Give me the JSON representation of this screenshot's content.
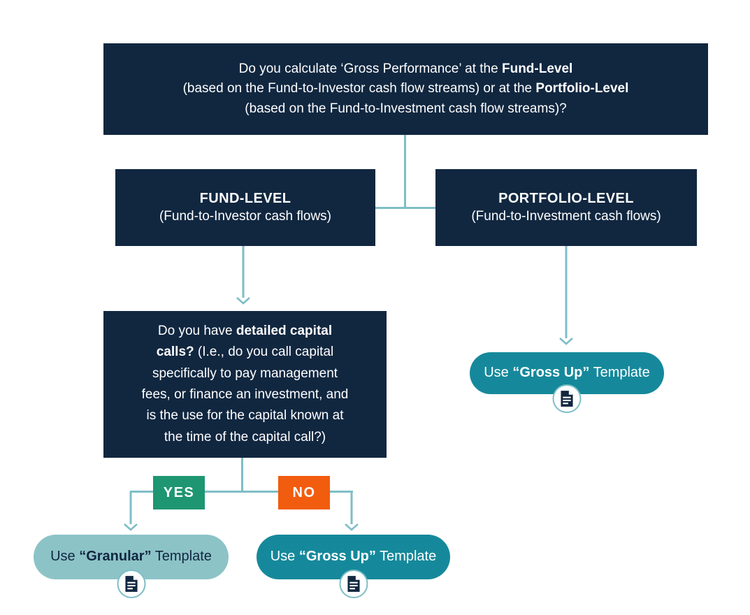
{
  "colors": {
    "navy": "#112740",
    "connector": "#7EBEC6",
    "yes_green": "#1E9671",
    "no_orange": "#F25C0E",
    "teal": "#15899B",
    "light_teal": "#8CC3C7",
    "white": "#FFFFFF"
  },
  "flowchart": {
    "root_question": {
      "lines": [
        [
          {
            "t": "Do you calculate ‘Gross Performance’ at the "
          },
          {
            "t": "Fund-Level",
            "b": true
          }
        ],
        [
          {
            "t": "(based on the Fund-to-Investor cash flow streams) or at the "
          },
          {
            "t": "Portfolio-Level",
            "b": true
          }
        ],
        [
          {
            "t": "(based on the Fund-to-Investment cash flow streams)?"
          }
        ]
      ]
    },
    "fund_level": {
      "title": "FUND-LEVEL",
      "subtitle": "(Fund-to-Investor cash flows)"
    },
    "portfolio_level": {
      "title": "PORTFOLIO-LEVEL",
      "subtitle": "(Fund-to-Investment cash flows)"
    },
    "capital_calls_question": {
      "lines": [
        [
          {
            "t": "Do you have "
          },
          {
            "t": "detailed capital",
            "b": true
          }
        ],
        [
          {
            "t": "calls?",
            "b": true
          },
          {
            "t": " (I.e., do you call capital"
          }
        ],
        [
          {
            "t": "specifically to pay management"
          }
        ],
        [
          {
            "t": "fees, or finance an investment, and"
          }
        ],
        [
          {
            "t": "is the use for the capital known at"
          }
        ],
        [
          {
            "t": "the time of the capital call?)"
          }
        ]
      ]
    },
    "branch_yes": {
      "label": "YES"
    },
    "branch_no": {
      "label": "NO"
    },
    "outcome_portfolio": {
      "lines": [
        [
          {
            "t": "Use "
          },
          {
            "t": "“Gross Up”",
            "b": true
          },
          {
            "t": " Template"
          }
        ]
      ],
      "icon": "document-icon"
    },
    "outcome_yes": {
      "lines": [
        [
          {
            "t": "Use "
          },
          {
            "t": "“Granular”",
            "b": true
          },
          {
            "t": " Template"
          }
        ]
      ],
      "icon": "document-icon"
    },
    "outcome_no": {
      "lines": [
        [
          {
            "t": "Use "
          },
          {
            "t": "“Gross Up”",
            "b": true
          },
          {
            "t": " Template"
          }
        ]
      ],
      "icon": "document-icon"
    }
  }
}
